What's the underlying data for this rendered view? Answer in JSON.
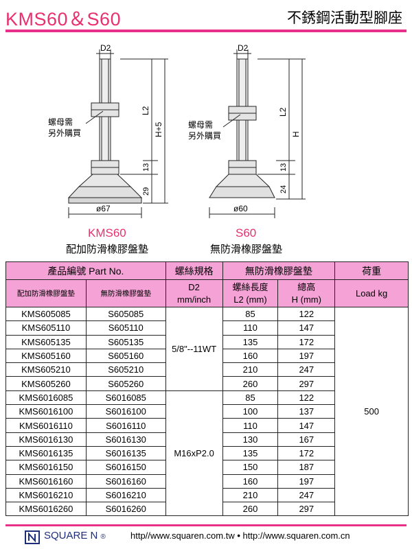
{
  "header": {
    "title": "KMS60＆S60",
    "subtitle": "不銹鋼活動型腳座"
  },
  "diagram_left": {
    "label_d": "D2",
    "label_l2": "L2",
    "label_h5": "H+5",
    "label_13": "13",
    "label_29": "29",
    "label_dia": "ø67",
    "nut_note_1": "螺母需",
    "nut_note_2": "另外購買",
    "caption_model": "KMS60",
    "caption_desc": "配加防滑橡膠盤墊"
  },
  "diagram_right": {
    "label_d": "D2",
    "label_l2": "L2",
    "label_h": "H",
    "label_13": "13",
    "label_24": "24",
    "label_dia": "ø60",
    "nut_note_1": "螺母需",
    "nut_note_2": "另外購買",
    "caption_model": "S60",
    "caption_desc": "無防滑橡膠盤墊"
  },
  "table": {
    "head_part": "產品編號  Part No.",
    "head_thread": "螺絲規格",
    "head_pad": "無防滑橡膠盤墊",
    "head_load": "荷重",
    "sub_kms": "配加防滑橡膠盤墊",
    "sub_s": "無防滑橡膠盤墊",
    "sub_d2": "D2\nmm/inch",
    "sub_l2": "螺絲長度\nL2 (mm)",
    "sub_h": "總高\nH (mm)",
    "sub_load": "Load kg",
    "thread_a": "5/8\"--11WT",
    "thread_b": "M16xP2.0",
    "load": "500",
    "rows": [
      {
        "kms": "KMS605085",
        "s": "S605085",
        "l2": "85",
        "h": "122"
      },
      {
        "kms": "KMS605110",
        "s": "S605110",
        "l2": "110",
        "h": "147"
      },
      {
        "kms": "KMS605135",
        "s": "S605135",
        "l2": "135",
        "h": "172"
      },
      {
        "kms": "KMS605160",
        "s": "S605160",
        "l2": "160",
        "h": "197"
      },
      {
        "kms": "KMS605210",
        "s": "S605210",
        "l2": "210",
        "h": "247"
      },
      {
        "kms": "KMS605260",
        "s": "S605260",
        "l2": "260",
        "h": "297"
      },
      {
        "kms": "KMS6016085",
        "s": "S6016085",
        "l2": "85",
        "h": "122"
      },
      {
        "kms": "KMS6016100",
        "s": "S6016100",
        "l2": "100",
        "h": "137"
      },
      {
        "kms": "KMS6016110",
        "s": "S6016110",
        "l2": "110",
        "h": "147"
      },
      {
        "kms": "KMS6016130",
        "s": "S6016130",
        "l2": "130",
        "h": "167"
      },
      {
        "kms": "KMS6016135",
        "s": "S6016135",
        "l2": "135",
        "h": "172"
      },
      {
        "kms": "KMS6016150",
        "s": "S6016150",
        "l2": "150",
        "h": "187"
      },
      {
        "kms": "KMS6016160",
        "s": "S6016160",
        "l2": "160",
        "h": "197"
      },
      {
        "kms": "KMS6016210",
        "s": "S6016210",
        "l2": "210",
        "h": "247"
      },
      {
        "kms": "KMS6016260",
        "s": "S6016260",
        "l2": "260",
        "h": "297"
      }
    ]
  },
  "footer": {
    "brand": "SQUARE N",
    "url1": "http//www.squaren.com.tw",
    "separator": "•",
    "url2": "http://www.squaren.com.cn"
  },
  "colors": {
    "accent": "#e8306e",
    "header_fill": "#f5a3d6"
  }
}
